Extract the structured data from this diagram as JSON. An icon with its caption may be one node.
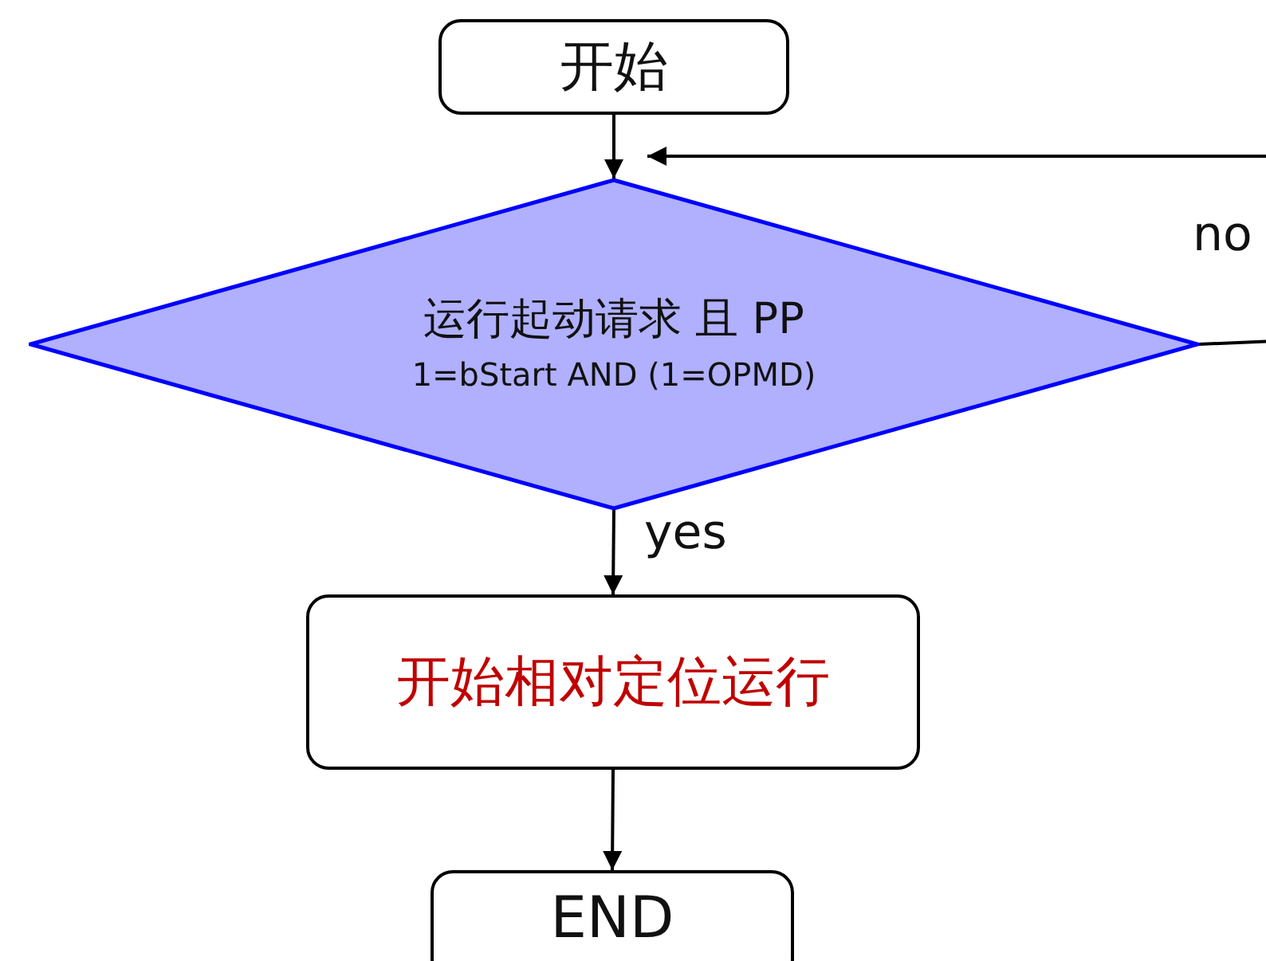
{
  "diagram": {
    "nodes": [
      {
        "text": [
          "开始"
        ]
      },
      {
        "text": [
          "运行起动请求 且 PP",
          "1=bStart AND (1=OPMD)"
        ]
      },
      {
        "text": [
          "开始相对定位运行"
        ]
      },
      {
        "text": [
          "END"
        ]
      }
    ],
    "edges": [
      {
        "from": 0,
        "to": 1,
        "arrow": "to"
      },
      {
        "from": 1,
        "to": 2,
        "arrow": "to",
        "label": "yes"
      },
      {
        "from": 2,
        "to": 3,
        "arrow": "to"
      },
      {
        "from": 1,
        "to": 1,
        "arrow": "to",
        "label": "no"
      }
    ]
  }
}
